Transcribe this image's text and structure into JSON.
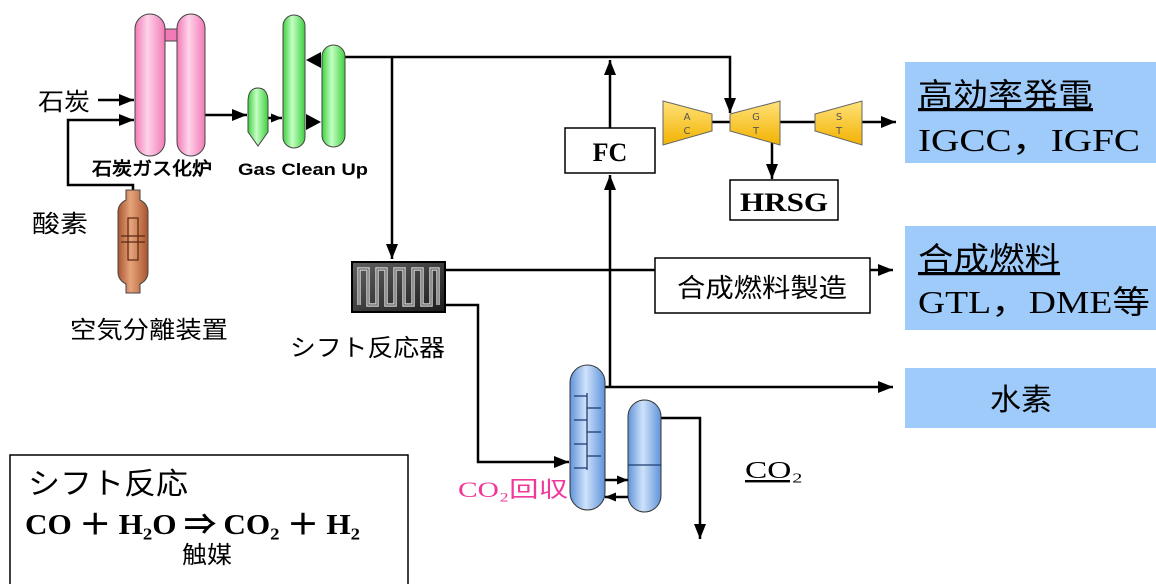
{
  "inputs": {
    "coal": "石炭",
    "oxygen": "酸素"
  },
  "equipment": {
    "air_separation": "空気分離装置",
    "gasifier": "石炭ガス化炉",
    "gas_clean_up": "Gas Clean Up",
    "shift_reactor": "シフト反応器",
    "fuel_cell": "FC",
    "hrsg": "HRSG",
    "synthetic_fuel_production": "合成燃料製造",
    "co2_capture": "CO₂回収",
    "turbines": [
      {
        "top": "A",
        "bottom": "C"
      },
      {
        "top": "G",
        "bottom": "T"
      },
      {
        "top": "S",
        "bottom": "T"
      }
    ]
  },
  "products": {
    "power": {
      "title": "高効率発電",
      "detail": "IGCC，IGFC"
    },
    "synthetic_fuel": {
      "title": "合成燃料",
      "detail": "GTL，DME等"
    },
    "hydrogen": {
      "title": "水素"
    },
    "co2": "CO₂"
  },
  "reaction_box": {
    "title": "シフト反応",
    "equation": "CO ＋ H₂O ⇒ CO₂ ＋ H₂",
    "catalyst": "触媒"
  },
  "colors": {
    "gasifier": "#f27ab6",
    "gasifier_light": "#ffd3ea",
    "gas_clean_up": "#3fd03f",
    "gas_clean_up_light": "#c4ffc4",
    "air_separation": "#a9552e",
    "air_separation_light": "#e6a47c",
    "turbine": "#f2b200",
    "turbine_light": "#ffe27a",
    "co2_capture_vessel": "#5f93da",
    "co2_capture_vessel_light": "#cfe2fa",
    "product_box": "#9ecbfa",
    "co2_capture_label": "#f0389a"
  }
}
